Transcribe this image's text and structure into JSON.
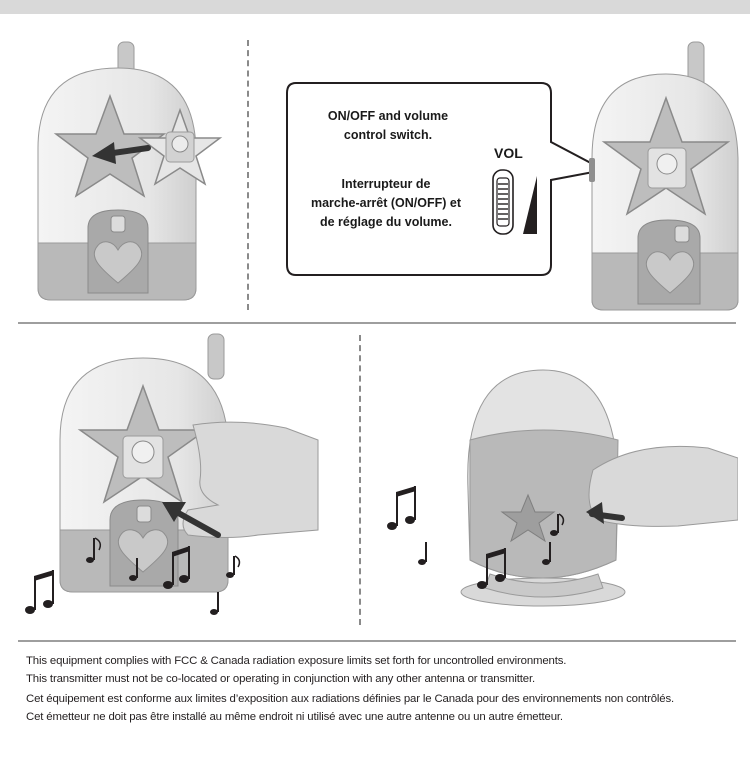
{
  "callout": {
    "english_line1": "ON/OFF and volume",
    "english_line2": "control switch.",
    "french_line1": "Interrupteur de",
    "french_line2": "marche-arrêt (ON/OFF) et",
    "french_line3": "de réglage du volume.",
    "vol_label": "VOL"
  },
  "footer": {
    "line1": "This equipment complies with FCC & Canada radiation exposure limits set forth for uncontrolled environments.",
    "line2": "This transmitter must not be co-located or operating in conjunction with any other antenna or transmitter.",
    "line3": "Cet équipement est conforme aux limites d’exposition aux radiations définies par le Canada pour des environnements non contrôlés.",
    "line4": "Cet émetteur ne doit pas être installé au même endroit ni utilisé avec une autre antenne ou un autre émetteur."
  },
  "colors": {
    "device_body": "#e9e9e9",
    "device_base": "#b9b9b9",
    "star_frame": "#bdbdbd",
    "divider": "#9e9e9e"
  }
}
